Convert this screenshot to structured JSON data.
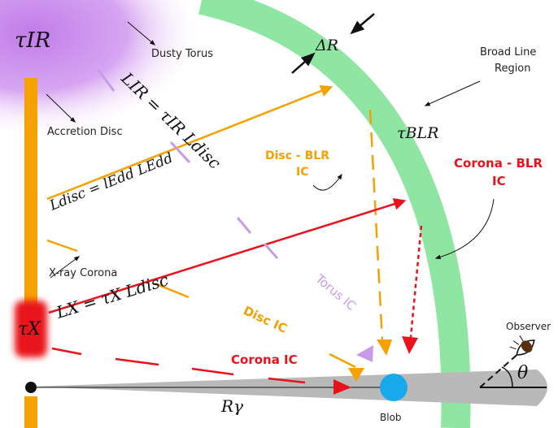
{
  "labels": {
    "tau_ir": "τIR",
    "dusty_torus": "Dusty Torus",
    "delta_r": "ΔR",
    "broad_line_region": "Broad Line\nRegion",
    "l_ir_eq": "LIR = τIR Ldisc",
    "accretion_disc": "Accretion Disc",
    "tau_blr": "τBLR",
    "disc_blr_ic": "Disc - BLR\nIC",
    "corona_blr_ic": "Corona - BLR\nIC",
    "l_disc_eq": "Ldisc = lEdd LEdd",
    "xray_corona": "X-ray Corona",
    "torus_ic": "Torus IC",
    "l_x_eq": "LX = τX Ldisc",
    "disc_ic": "Disc IC",
    "tau_x": "τX",
    "corona_ic": "Corona IC",
    "observer": "Observer",
    "theta": "θ",
    "r_gamma": "Rγ",
    "blob": "Blob"
  },
  "colors": {
    "disc": "#f5a100",
    "corona": "#e8121c",
    "torus": "#c07ce8",
    "blr": "#8ee6a2",
    "jet": "#b9b9b9",
    "blob": "#17a9ec",
    "text": "#111111"
  }
}
